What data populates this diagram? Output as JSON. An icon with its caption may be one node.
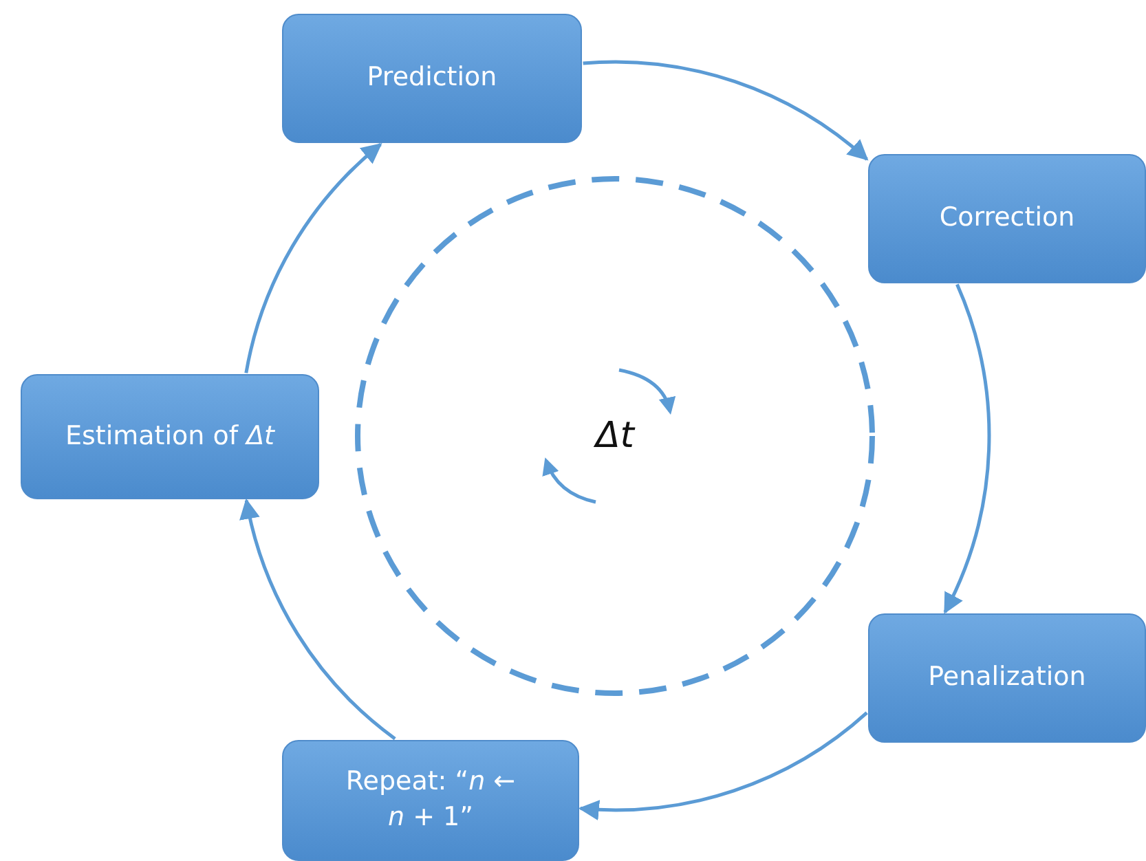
{
  "diagram": {
    "nodes": [
      {
        "text": [
          "Prediction"
        ]
      },
      {
        "text": [
          "Correction"
        ]
      },
      {
        "text": [
          "Penalization"
        ]
      },
      {
        "text": [
          "Repeat: “*n* ← *n* + 1”"
        ]
      },
      {
        "text": [
          "Estimation of *Δt*"
        ]
      },
      {
        "text": [
          "*Δt*"
        ]
      }
    ],
    "edges": [
      {
        "from": 0,
        "to": 1,
        "arrow": "to"
      },
      {
        "from": 1,
        "to": 2,
        "arrow": "to"
      },
      {
        "from": 2,
        "to": 3,
        "arrow": "to"
      },
      {
        "from": 3,
        "to": 4,
        "arrow": "to"
      },
      {
        "from": 4,
        "to": 0,
        "arrow": "to"
      }
    ]
  }
}
